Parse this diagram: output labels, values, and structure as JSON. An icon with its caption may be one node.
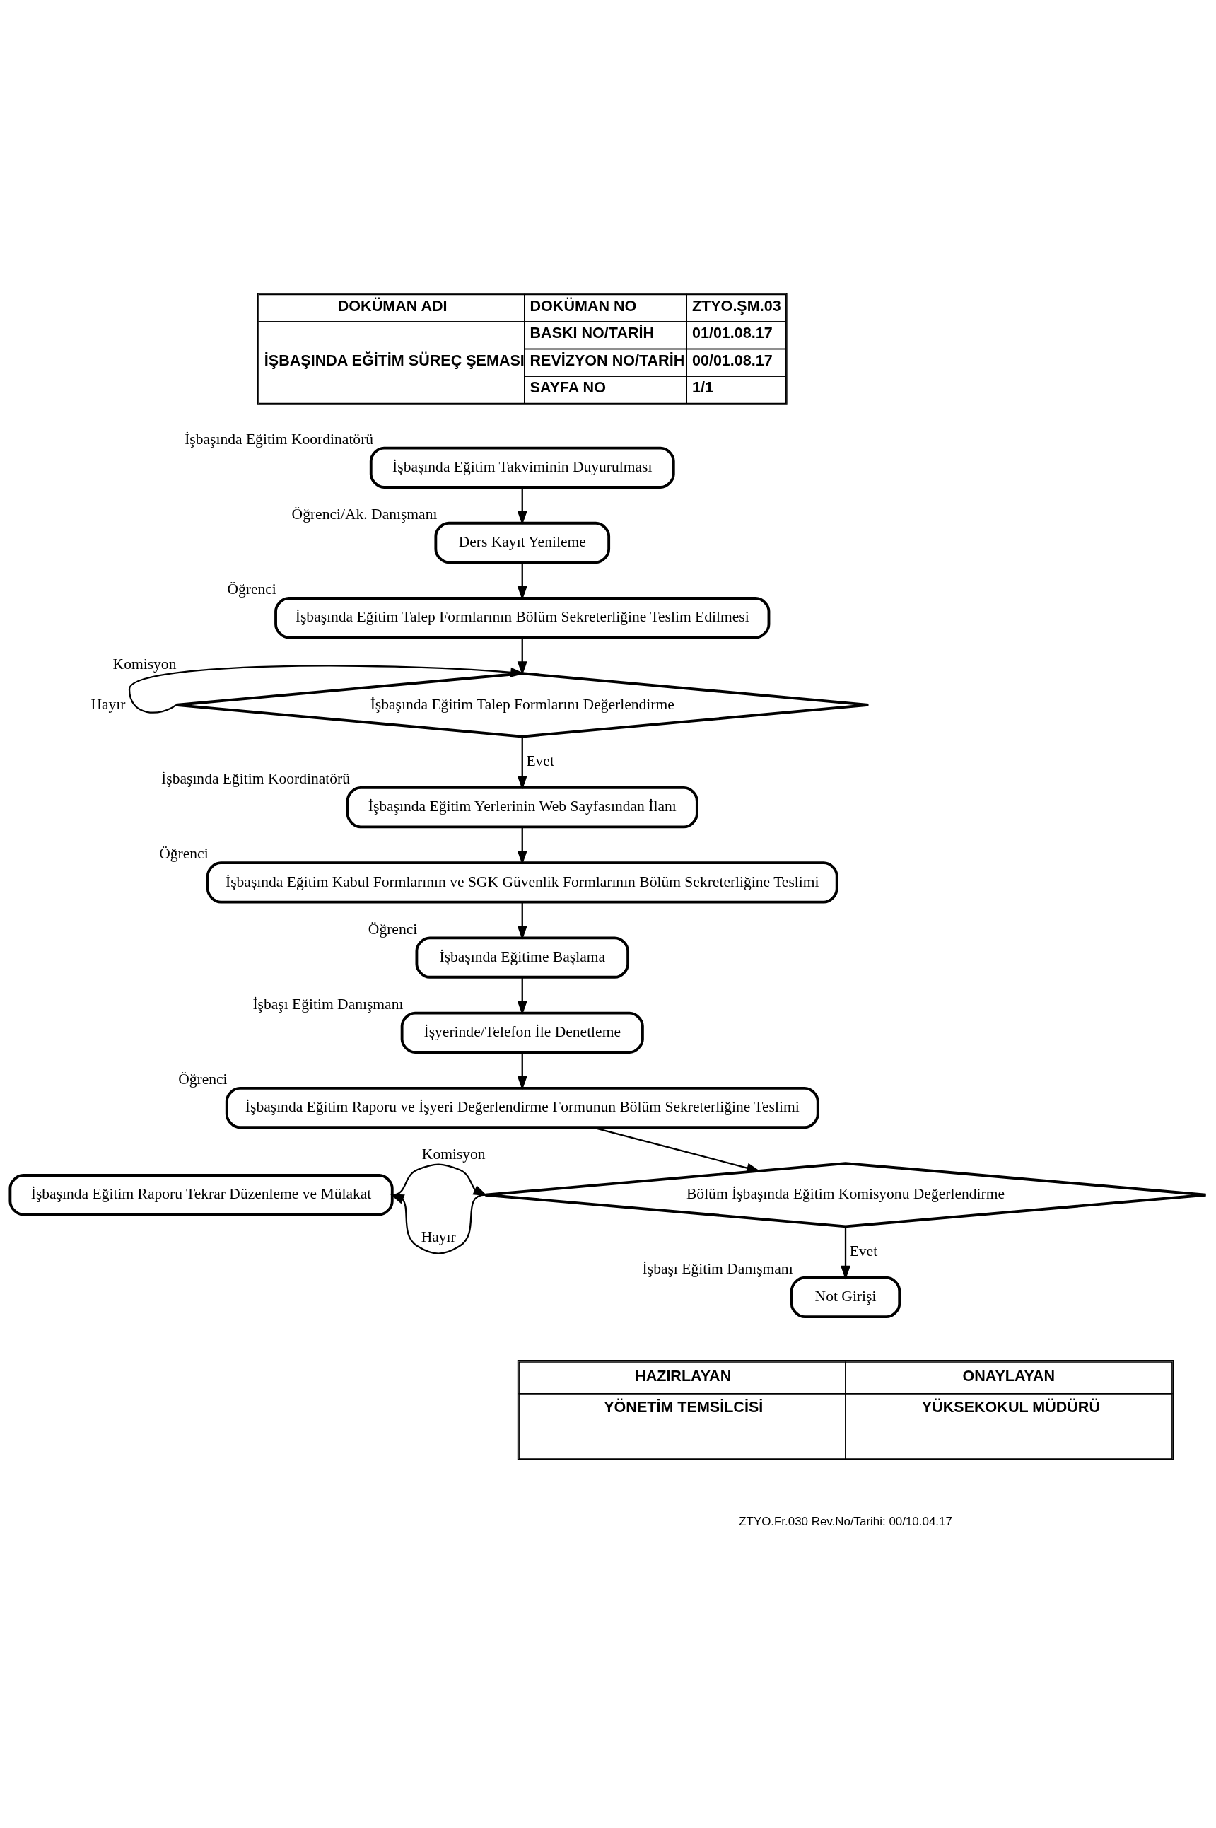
{
  "diagram": {
    "nodes": [
      {
        "text": [
          "İşbaşında Eğitim Takviminin Duyurulması"
        ],
        "beside": [
          "İşbaşında Eğitim Koordinatörü"
        ]
      },
      {
        "text": [
          "Ders Kayıt Yenileme"
        ],
        "beside": [
          "Öğrenci/Ak. Danışmanı"
        ]
      },
      {
        "text": [
          "İşbaşında Eğitim Talep Formlarının Bölüm Sekreterliğine Teslim Edilmesi"
        ],
        "beside": [
          "Öğrenci"
        ]
      },
      {
        "text": [
          "İşbaşında Eğitim Talep Formlarını Değerlendirme"
        ],
        "beside": [
          "Komisyon"
        ]
      },
      {
        "text": [
          "İşbaşında Eğitim Yerlerinin Web Sayfasından İlanı"
        ],
        "beside": [
          "İşbaşında Eğitim Koordinatörü"
        ]
      },
      {
        "text": [
          "İşbaşında Eğitim Kabul Formlarının ve SGK Güvenlik Formlarının Bölüm Sekreterliğine Teslimi"
        ],
        "beside": [
          "Öğrenci"
        ]
      },
      {
        "text": [
          "İşbaşında Eğitime Başlama"
        ],
        "beside": [
          "Öğrenci"
        ]
      },
      {
        "text": [
          "İşyerinde/Telefon İle Denetleme"
        ],
        "beside": [
          "İşbaşı Eğitim Danışmanı"
        ]
      },
      {
        "text": [
          "İşbaşında Eğitim Raporu ve İşyeri Değerlendirme Formunun Bölüm Sekreterliğine Teslimi"
        ],
        "beside": [
          "Öğrenci"
        ]
      },
      {
        "text": [
          "Bölüm İşbaşında Eğitim Komisyonu Değerlendirme"
        ],
        "beside": [
          "Komisyon"
        ]
      },
      {
        "text": [
          "İşbaşında Eğitim Raporu Tekrar Düzenleme ve Mülakat"
        ]
      },
      {
        "text": [
          "Not Girişi"
        ],
        "beside": [
          "İşbaşı Eğitim Danışmanı"
        ]
      }
    ],
    "edges": [
      {
        "from": 0,
        "to": 1,
        "arrow": "to"
      },
      {
        "from": 1,
        "to": 2,
        "arrow": "to"
      },
      {
        "from": 2,
        "to": 3,
        "arrow": "to"
      },
      {
        "from": 3,
        "to": 3,
        "arrow": "to",
        "label": "Hayır"
      },
      {
        "from": 3,
        "to": 4,
        "arrow": "to",
        "label": "Evet"
      },
      {
        "from": 4,
        "to": 5,
        "arrow": "to"
      },
      {
        "from": 5,
        "to": 6,
        "arrow": "to"
      },
      {
        "from": 6,
        "to": 7,
        "arrow": "to"
      },
      {
        "from": 7,
        "to": 8,
        "arrow": "to"
      },
      {
        "from": 8,
        "to": 9,
        "arrow": "to"
      },
      {
        "from": 9,
        "to": 10,
        "arrow": "to",
        "label": "Hayır"
      },
      {
        "from": 10,
        "to": 9,
        "arrow": "to"
      },
      {
        "from": 9,
        "to": 11,
        "arrow": "to",
        "label": "Evet"
      }
    ],
    "labels": [
      "DOKÜMAN ADI",
      "İŞBAŞINDA EĞİTİM SÜREÇ ŞEMASI",
      "DOKÜMAN NO",
      "ZTYO.ŞM.03",
      "BASKI NO/TARİH",
      "01/01.08.17",
      "REVİZYON NO/TARİH",
      "00/01.08.17",
      "SAYFA NO",
      "1/1",
      "HAZIRLAYAN",
      "ONAYLAYAN",
      "YÖNETİM TEMSİLCİSİ",
      "YÜKSEKOKUL MÜDÜRÜ",
      "ZTYO.Fr.030 Rev.No/Tarihi: 00/10.04.17"
    ]
  }
}
